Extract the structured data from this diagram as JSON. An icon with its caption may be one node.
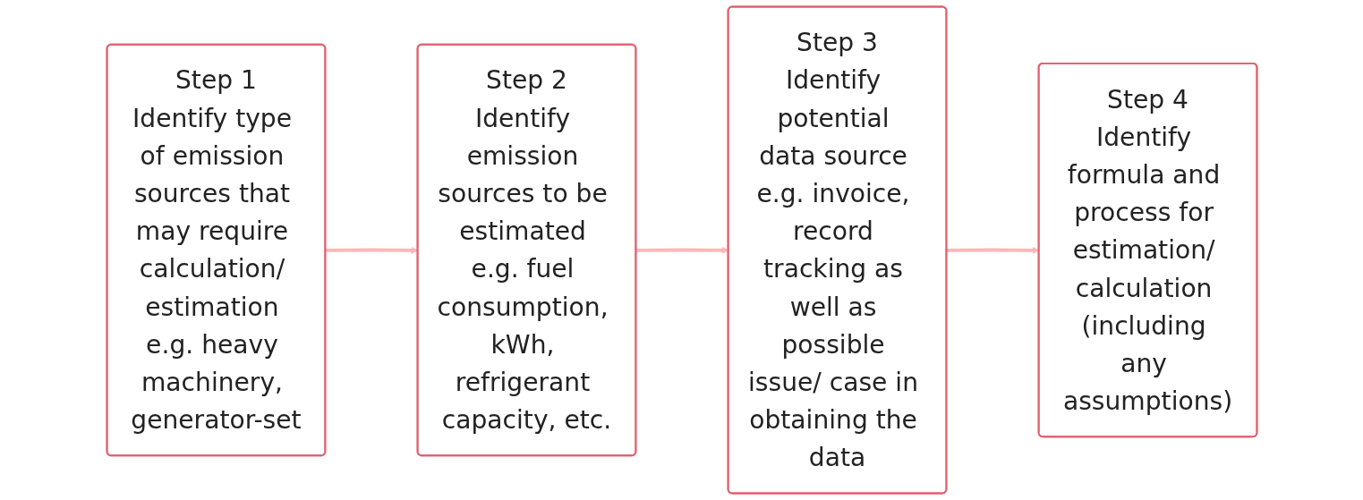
{
  "diagram": {
    "nodes": [
      {
        "text": [
          "Step 1",
          "Identify type of emission sources that may require calculation/ estimation e.g. heavy machinery, generator-set"
        ]
      },
      {
        "text": [
          "Step 2",
          "Identify emission sources to be estimated e.g. fuel consumption, kWh, refrigerant capacity, etc."
        ]
      },
      {
        "text": [
          "Step 3",
          "Identify potential data source e.g. invoice, record tracking as well as possible issue/ case in obtaining the data"
        ]
      },
      {
        "text": [
          "Step 4",
          "Identify formula and process for estimation/ calculation (including any assumptions)"
        ]
      }
    ],
    "edges": [
      {
        "from": 0,
        "to": 1,
        "arrow": "to"
      },
      {
        "from": 1,
        "to": 2,
        "arrow": "to"
      },
      {
        "from": 2,
        "to": 3,
        "arrow": "to"
      }
    ]
  }
}
